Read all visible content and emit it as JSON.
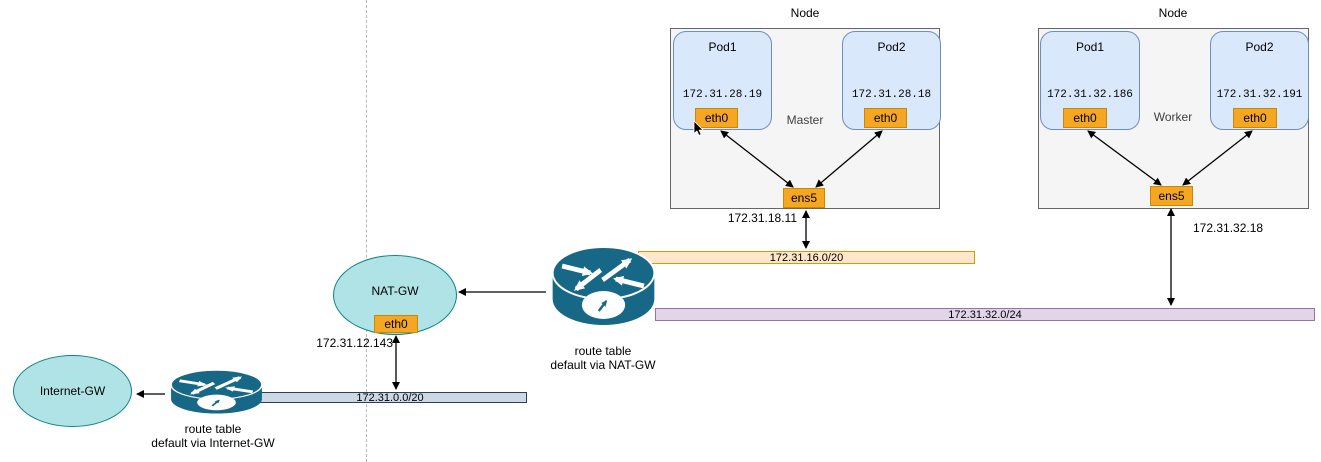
{
  "master_node": {
    "title": "Node",
    "role": "Master",
    "pods": [
      {
        "label": "Pod1",
        "ip": "172.31.28.19",
        "iface": "eth0"
      },
      {
        "label": "Pod2",
        "ip": "172.31.28.18",
        "iface": "eth0"
      }
    ],
    "host_iface": "ens5",
    "host_ip": "172.31.18.11"
  },
  "worker_node": {
    "title": "Node",
    "role": "Worker",
    "pods": [
      {
        "label": "Pod1",
        "ip": "172.31.32.186",
        "iface": "eth0"
      },
      {
        "label": "Pod2",
        "ip": "172.31.32.191",
        "iface": "eth0"
      }
    ],
    "host_iface": "ens5",
    "host_ip": "172.31.32.18"
  },
  "subnets": {
    "pod_subnet": {
      "cidr": "172.31.16.0/20",
      "fill": "#ffe6cc",
      "border": "#d79b00"
    },
    "node_subnet": {
      "cidr": "172.31.32.0/24",
      "fill": "#e1d5e7",
      "border": "#9673a6"
    },
    "public_subnet": {
      "cidr": "172.31.0.0/20",
      "fill": "#cdd8e3",
      "border": "#23425f"
    }
  },
  "nat_gw": {
    "label": "NAT-GW",
    "iface": "eth0",
    "ip": "172.31.12.143"
  },
  "internet_gw": {
    "label": "Internet-GW"
  },
  "private_route_table": {
    "line1": "route table",
    "line2": "default via NAT-GW"
  },
  "public_route_table": {
    "line1": "route table",
    "line2": "default via Internet-GW"
  },
  "icons": {
    "router": "cisco-router-icon",
    "cursor": "mouse-pointer-icon"
  },
  "colors": {
    "pod_fill": "#dae8fc",
    "pod_border": "#6c8ebf",
    "iface_fill": "#f5a623",
    "iface_border": "#c78a00",
    "node_fill": "#f5f5f5",
    "node_border": "#666666",
    "gateway_fill": "#b0e3e6",
    "gateway_border": "#0e8088",
    "router_body": "#166886"
  }
}
